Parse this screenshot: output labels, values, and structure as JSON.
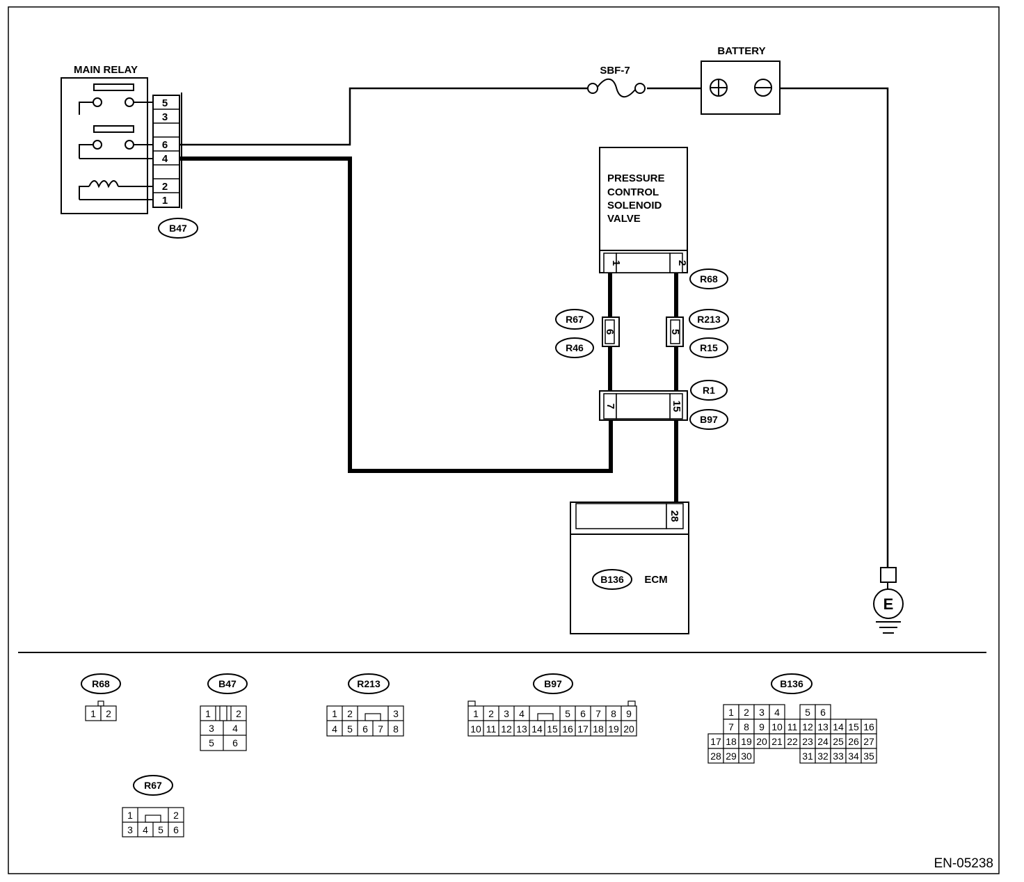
{
  "labels": {
    "main_relay": "MAIN RELAY",
    "battery": "BATTERY",
    "fuse": "SBF-7",
    "solenoid": [
      "PRESSURE",
      "CONTROL",
      "SOLENOID",
      "VALVE"
    ],
    "ecm": "ECM",
    "ground": "E",
    "figure_id": "EN-05238"
  },
  "connectors": {
    "b47": "B47",
    "r68": "R68",
    "r67": "R67",
    "r46": "R46",
    "r213": "R213",
    "r15": "R15",
    "r1": "R1",
    "b97": "B97",
    "b136": "B136"
  },
  "pins": {
    "relay": [
      "5",
      "3",
      "6",
      "4",
      "2",
      "1"
    ],
    "solenoid": [
      "1",
      "2"
    ],
    "r67_r46": "6",
    "r213_r15": "5",
    "r1_b97": [
      "7",
      "15"
    ],
    "ecm": "28"
  },
  "connector_views": {
    "r68": {
      "label": "R68",
      "rows": [
        [
          "1",
          "2"
        ]
      ]
    },
    "b47": {
      "label": "B47",
      "rows": [
        [
          "1",
          "",
          "2"
        ],
        [
          "3",
          "4"
        ],
        [
          "5",
          "6"
        ]
      ]
    },
    "r213": {
      "label": "R213",
      "rows": [
        [
          "1",
          "2",
          "",
          "3"
        ],
        [
          "4",
          "5",
          "6",
          "7",
          "8"
        ]
      ]
    },
    "b97": {
      "label": "B97",
      "rows": [
        [
          "1",
          "2",
          "3",
          "4",
          "",
          "5",
          "6",
          "7",
          "8",
          "9"
        ],
        [
          "10",
          "11",
          "12",
          "13",
          "14",
          "15",
          "16",
          "17",
          "18",
          "19",
          "20"
        ]
      ]
    },
    "b136": {
      "label": "B136",
      "rows": [
        [
          "1",
          "2",
          "3",
          "4",
          "",
          "5",
          "6"
        ],
        [
          "7",
          "8",
          "9",
          "10",
          "11",
          "12",
          "13",
          "14",
          "15",
          "16"
        ],
        [
          "17",
          "18",
          "19",
          "20",
          "21",
          "22",
          "23",
          "24",
          "25",
          "26",
          "27"
        ],
        [
          "28",
          "29",
          "30",
          "",
          "",
          "",
          "31",
          "32",
          "33",
          "34",
          "35"
        ]
      ]
    },
    "r67": {
      "label": "R67",
      "rows": [
        [
          "1",
          "",
          "2"
        ],
        [
          "3",
          "4",
          "5",
          "6"
        ]
      ]
    }
  }
}
